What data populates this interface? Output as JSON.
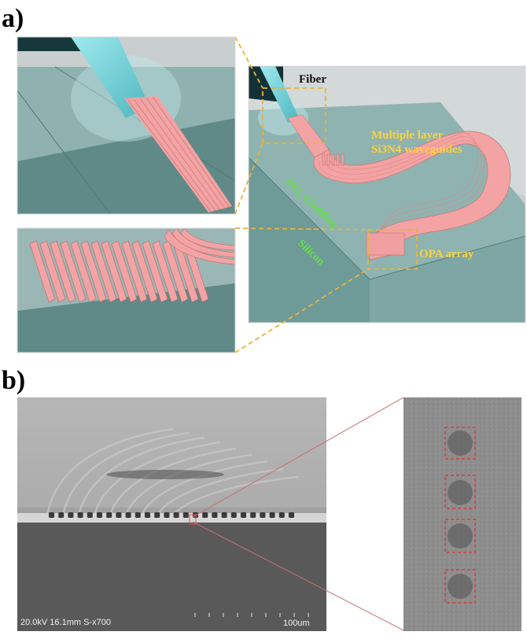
{
  "panels": {
    "a": {
      "letter": "a)"
    },
    "b": {
      "letter": "b)"
    }
  },
  "labels": {
    "fiber": "Fiber",
    "multilayer_line1": "Multiple layer",
    "multilayer_line2": "Si3N4 waveguides",
    "cladding": "SiO₂ Cladding",
    "silicon": "Silicon",
    "opa": "OPA array"
  },
  "sem": {
    "info": "20.0kV 16.1mm S-x700",
    "scale": "100um"
  },
  "colors": {
    "waveguide": "#f3a3a3",
    "cladding": "#6e9a98",
    "fiber": "#7fdde3",
    "callout": "#e8b43a",
    "sem_box": "#e23a3a",
    "zoom_line": "#c97070"
  }
}
